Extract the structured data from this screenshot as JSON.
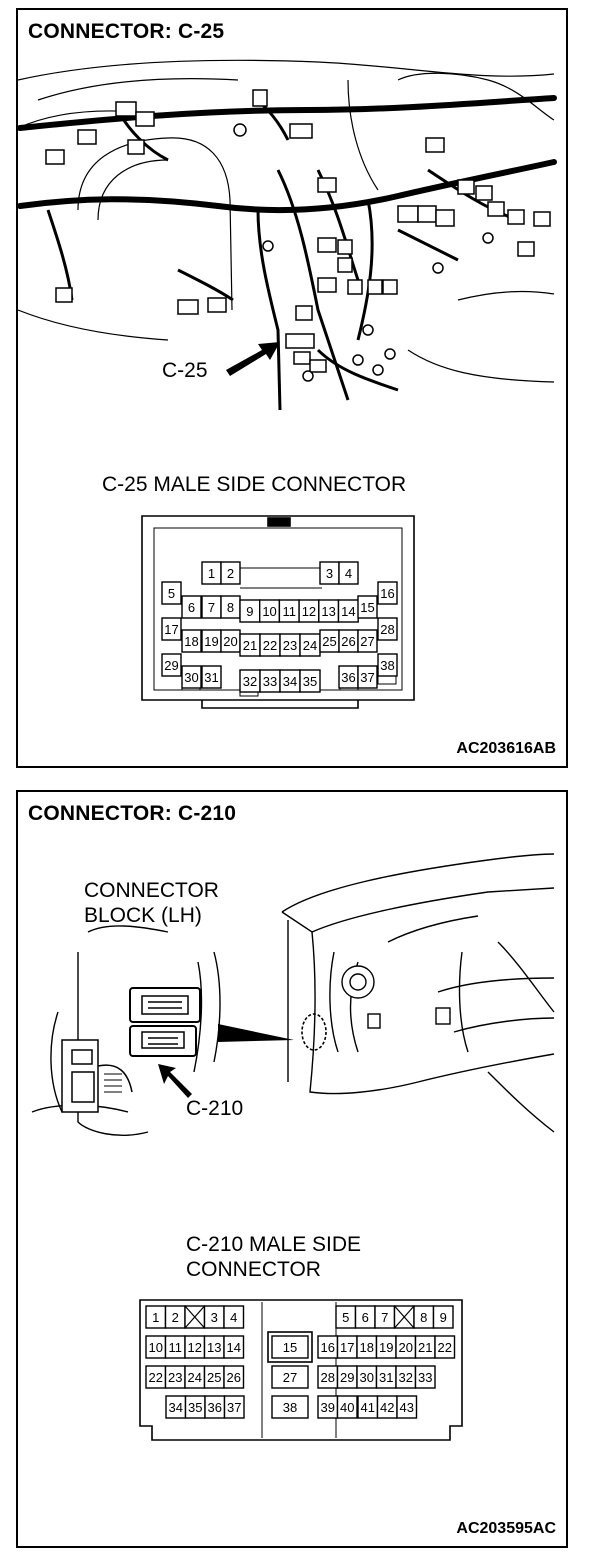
{
  "panel1": {
    "title": "CONNECTOR: C-25",
    "pointer_label": "C-25",
    "connector_heading": "C-25 MALE SIDE CONNECTOR",
    "code": "AC203616AB",
    "pins": [
      "1",
      "2",
      "3",
      "4",
      "5",
      "6",
      "7",
      "8",
      "9",
      "10",
      "11",
      "12",
      "13",
      "14",
      "15",
      "16",
      "17",
      "18",
      "19",
      "20",
      "21",
      "22",
      "23",
      "24",
      "25",
      "26",
      "27",
      "28",
      "29",
      "30",
      "31",
      "32",
      "33",
      "34",
      "35",
      "36",
      "37",
      "38"
    ]
  },
  "panel2": {
    "title": "CONNECTOR: C-210",
    "block_label": "CONNECTOR\nBLOCK (LH)",
    "pointer_label": "C-210",
    "connector_heading": "C-210 MALE SIDE\nCONNECTOR",
    "code": "AC203595AC",
    "pins": [
      "1",
      "2",
      "3",
      "4",
      "5",
      "6",
      "7",
      "8",
      "9",
      "10",
      "11",
      "12",
      "13",
      "14",
      "15",
      "16",
      "17",
      "18",
      "19",
      "20",
      "21",
      "22",
      "23",
      "24",
      "25",
      "26",
      "27",
      "28",
      "29",
      "30",
      "31",
      "32",
      "33",
      "34",
      "35",
      "36",
      "37",
      "38",
      "39",
      "40",
      "41",
      "42",
      "43"
    ]
  }
}
